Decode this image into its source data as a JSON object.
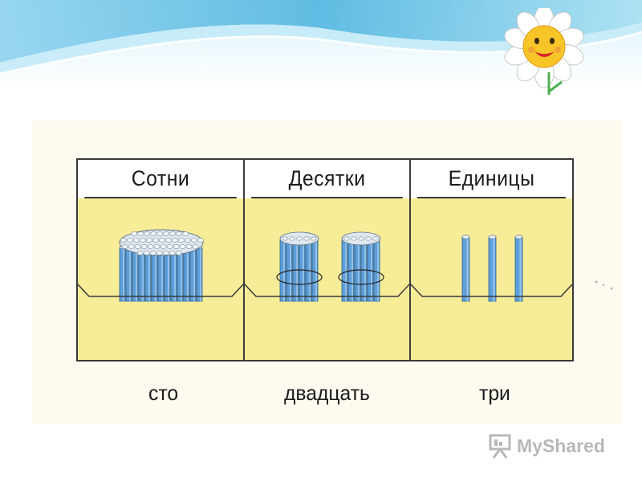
{
  "table": {
    "columns": [
      {
        "header": "Сотни",
        "bundles": 1,
        "bundle_type": "hundred"
      },
      {
        "header": "Десятки",
        "bundles": 2,
        "bundle_type": "ten"
      },
      {
        "header": "Единицы",
        "bundles": 3,
        "bundle_type": "one"
      }
    ]
  },
  "words": {
    "hundreds": "сто",
    "tens": "двадцать",
    "ones": "три"
  },
  "watermark": {
    "text": "MyShared"
  },
  "colors": {
    "stick_blue": "#5d9fd9",
    "pocket_yellow": "#f7ec98",
    "header_wave": "#7cc8e8"
  },
  "icons": [
    "smiling-flower-icon",
    "myshared-logo-icon"
  ]
}
